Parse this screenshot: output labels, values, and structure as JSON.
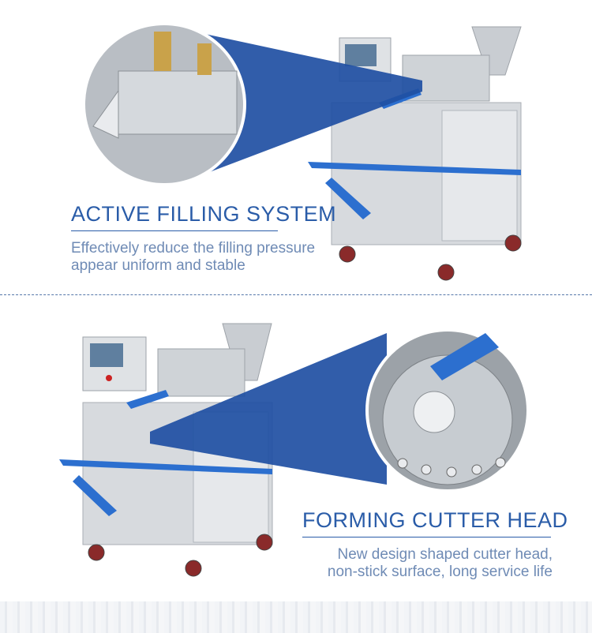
{
  "sections": [
    {
      "title": "ACTIVE FILLING SYSTEM",
      "subtitle_lines": [
        "Effectively reduce the filling pressure",
        "appear uniform and stable"
      ]
    },
    {
      "title": "FORMING CUTTER HEAD",
      "subtitle_lines": [
        "New design shaped cutter head,",
        "non-stick surface, long service life"
      ]
    }
  ],
  "colors": {
    "accent": "#2a5ca8",
    "beam": "#1f4fa3",
    "subtitle": "#6f8bb5",
    "steel": "#c9cdd2",
    "belt": "#2c6fcf"
  }
}
